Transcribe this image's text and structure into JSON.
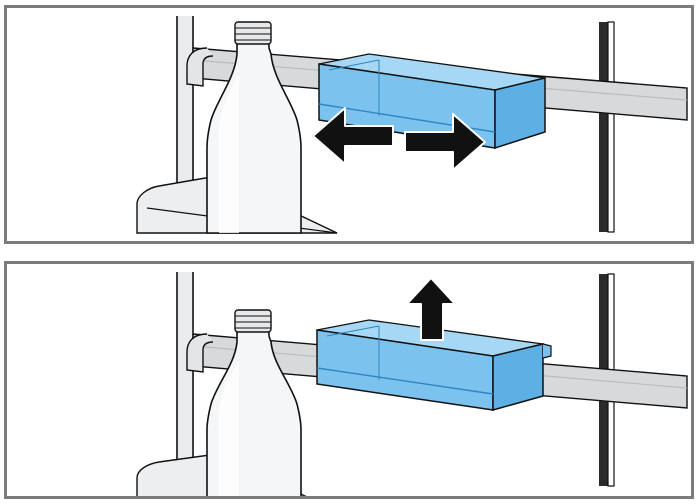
{
  "figure": {
    "panels": [
      {
        "id": "step-slide",
        "arrow": "left-right"
      },
      {
        "id": "step-remove",
        "arrow": "up"
      }
    ]
  },
  "colors": {
    "frame": "#7b7b7b",
    "bin_fill": "#7cc2ee",
    "bin_dark": "#4fa6dc",
    "rail": "#cfd2d4",
    "outline": "#111111",
    "arrow": "#111111"
  }
}
